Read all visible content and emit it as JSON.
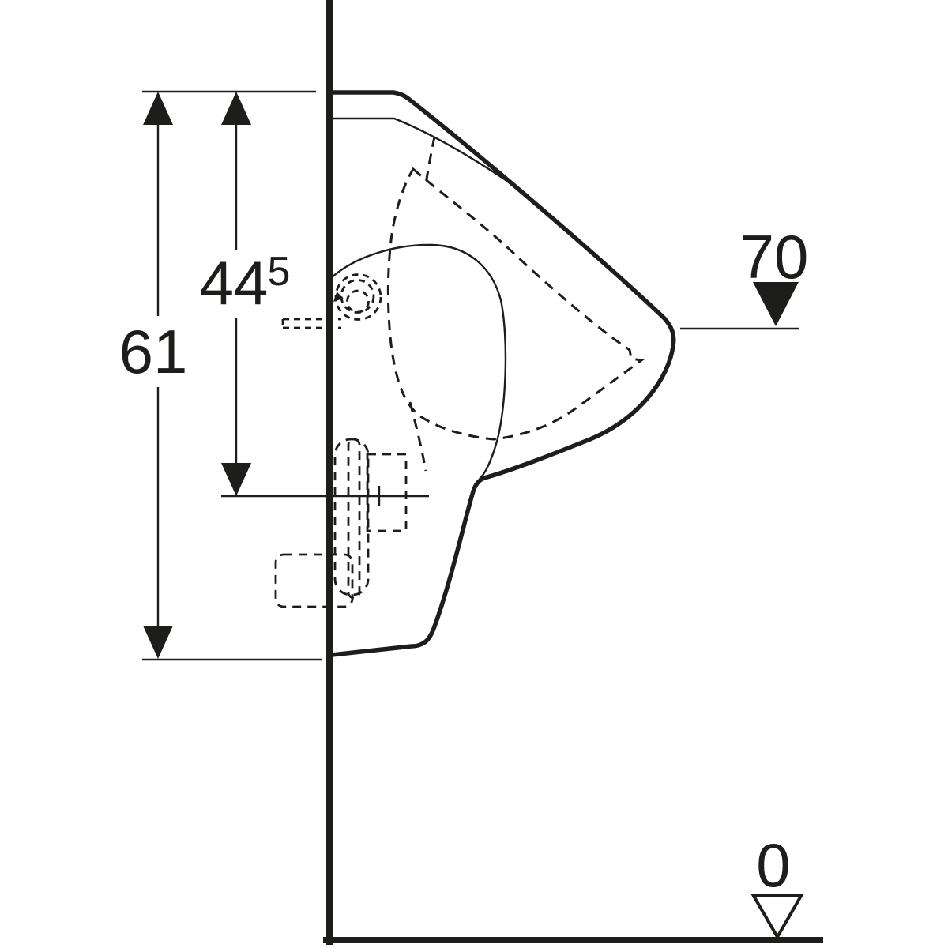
{
  "drawing": {
    "background_color": "#ffffff",
    "line_color": "#1d1d1b",
    "dimensions": {
      "overall_height": {
        "value": "61"
      },
      "rim_height": {
        "value": "44",
        "superscript": "5"
      }
    },
    "levels": {
      "outlet": {
        "value": "70",
        "marker": "filled-triangle-down"
      },
      "floor": {
        "value": "0",
        "marker": "open-triangle-down"
      }
    },
    "symbols": {
      "dimension_arrow": "filled-triangle",
      "wall_reference": "thick-vertical-line",
      "floor_reference": "thick-horizontal-line",
      "hidden_edges": "dashed-lines"
    }
  }
}
